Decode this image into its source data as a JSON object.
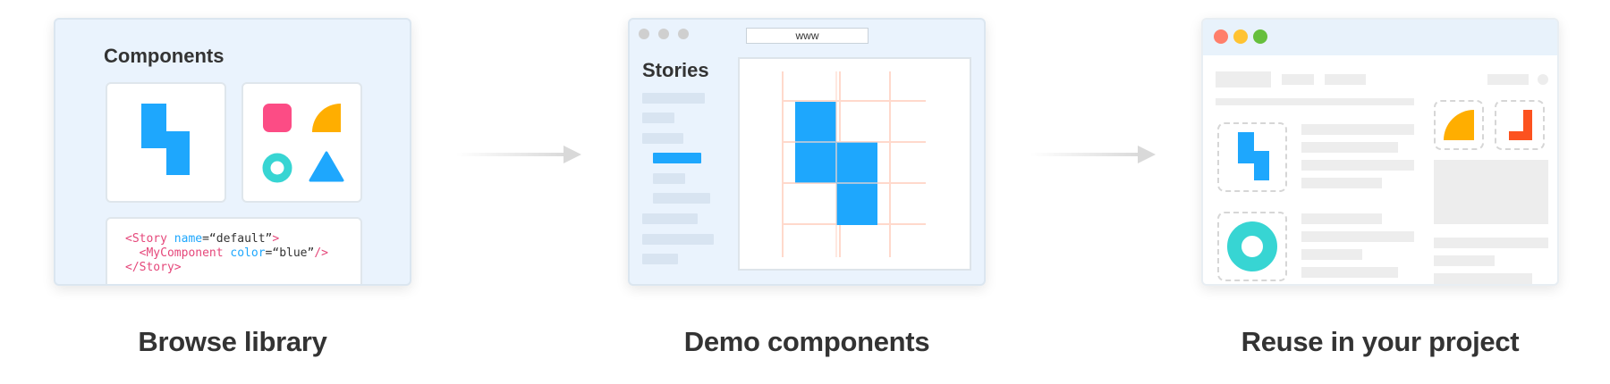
{
  "steps": [
    {
      "caption": "Browse library"
    },
    {
      "caption": "Demo components"
    },
    {
      "caption": "Reuse in your project"
    }
  ],
  "browse_panel": {
    "title": "Components",
    "code_lines": [
      [
        {
          "t": "<Story ",
          "c": "tag"
        },
        {
          "t": "name",
          "c": "attr"
        },
        {
          "t": "=“default”",
          "c": "val"
        },
        {
          "t": ">",
          "c": "tag"
        }
      ],
      [
        {
          "t": "  <MyComponent ",
          "c": "tag"
        },
        {
          "t": "color",
          "c": "attr"
        },
        {
          "t": "=“blue”",
          "c": "val"
        },
        {
          "t": "/>",
          "c": "tag"
        }
      ],
      [
        {
          "t": "</Story>",
          "c": "tag"
        }
      ]
    ]
  },
  "demo_panel": {
    "url": "www",
    "title": "Stories"
  },
  "colors": {
    "blue": "#1ea7fd",
    "pink": "#fc4c85",
    "orange": "#ffae00",
    "teal": "#37d5d3",
    "red_orange": "#fc521f",
    "guide": "#ffd9cc",
    "arrow": "#d9d9d9",
    "traffic_red": "#ff7f6b",
    "traffic_yellow": "#ffc331",
    "traffic_green": "#66bf3c"
  }
}
